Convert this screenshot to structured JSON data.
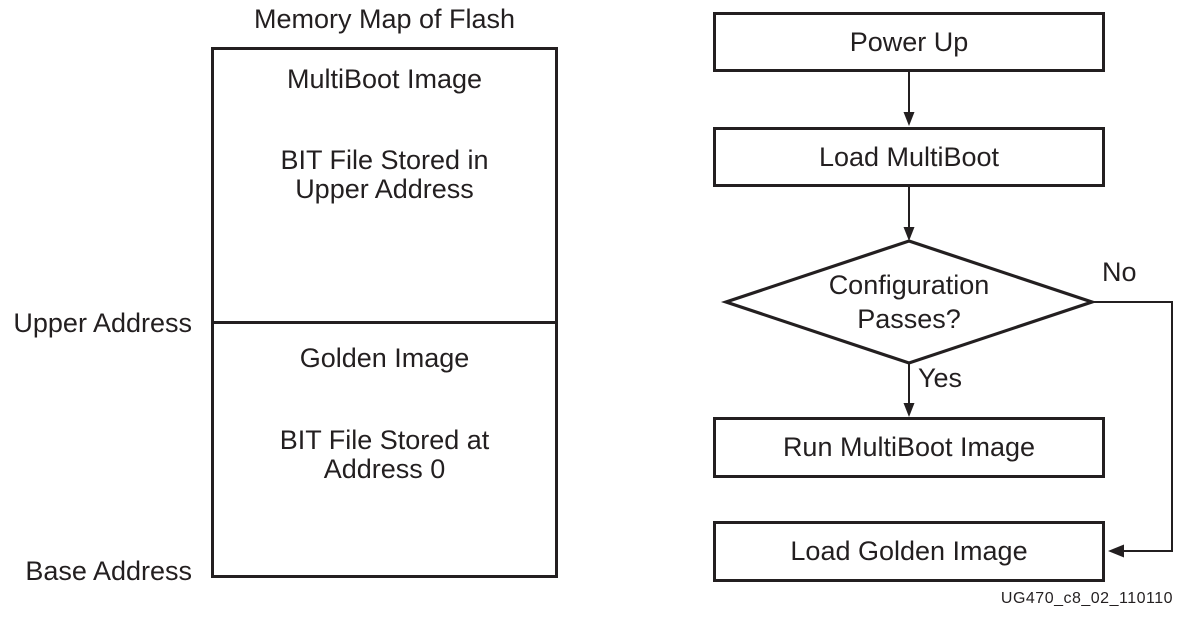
{
  "colors": {
    "ink": "#231f20",
    "background": "#ffffff"
  },
  "caption": "UG470_c8_02_110110",
  "memory_map": {
    "title": "Memory Map of Flash",
    "side_labels": {
      "upper": "Upper Address",
      "base": "Base Address"
    },
    "regions": {
      "upper": {
        "name": "MultiBoot Image",
        "description_line1": "BIT File Stored in",
        "description_line2": "Upper Address"
      },
      "lower": {
        "name": "Golden Image",
        "description_line1": "BIT File Stored at",
        "description_line2": "Address 0"
      }
    }
  },
  "flowchart": {
    "steps": {
      "power_up": "Power Up",
      "load_multiboot": "Load MultiBoot",
      "run_multiboot": "Run MultiBoot Image",
      "load_golden": "Load Golden Image"
    },
    "decision": {
      "line1": "Configuration",
      "line2": "Passes?"
    },
    "branch_labels": {
      "yes": "Yes",
      "no": "No"
    }
  }
}
